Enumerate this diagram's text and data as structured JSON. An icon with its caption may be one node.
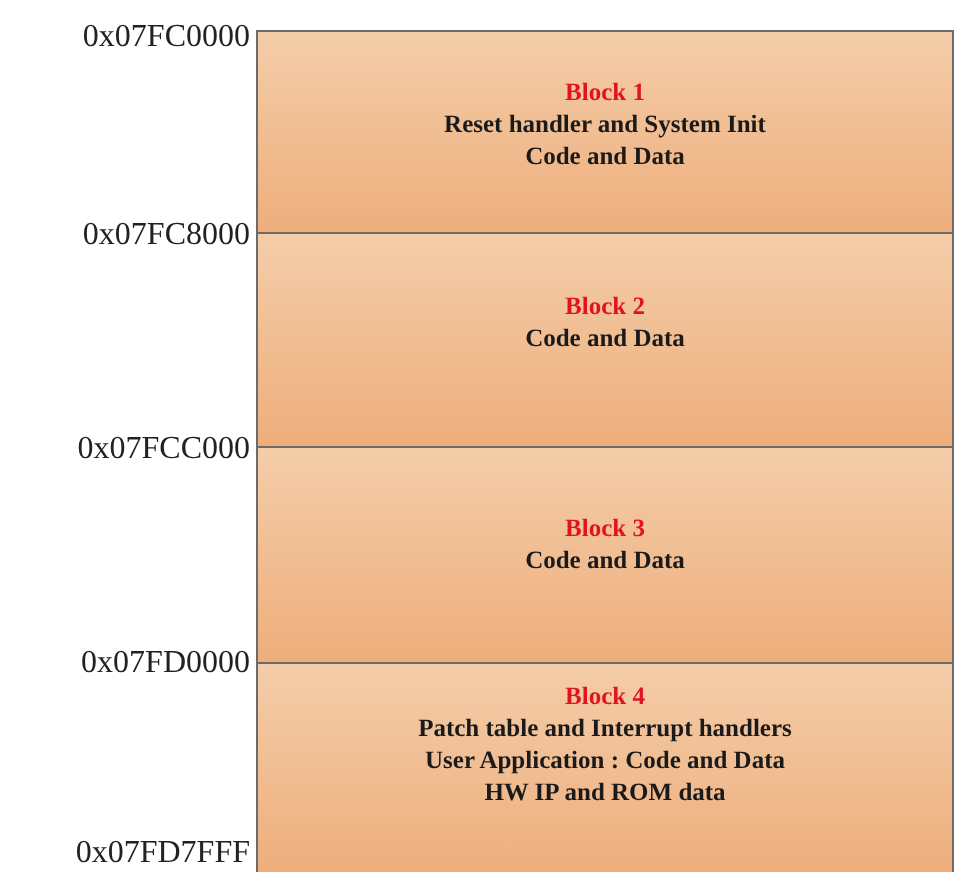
{
  "diagram": {
    "nodes": [
      {
        "text": [
          "Block 1",
          "Reset handler and System Init",
          "Code and Data"
        ]
      },
      {
        "text": [
          "Block 2",
          "Code and Data"
        ]
      },
      {
        "text": [
          "Block 3",
          "Code and Data"
        ]
      },
      {
        "text": [
          "Block 4",
          "Patch table and Interrupt handlers",
          "User Application : Code and Data",
          "HW IP and ROM data"
        ]
      }
    ],
    "edges": [],
    "labels": [
      "0x07FC0000",
      "0x07FC8000",
      "0x07FCC000",
      "0x07FD0000",
      "0x07FD7FFF"
    ]
  }
}
